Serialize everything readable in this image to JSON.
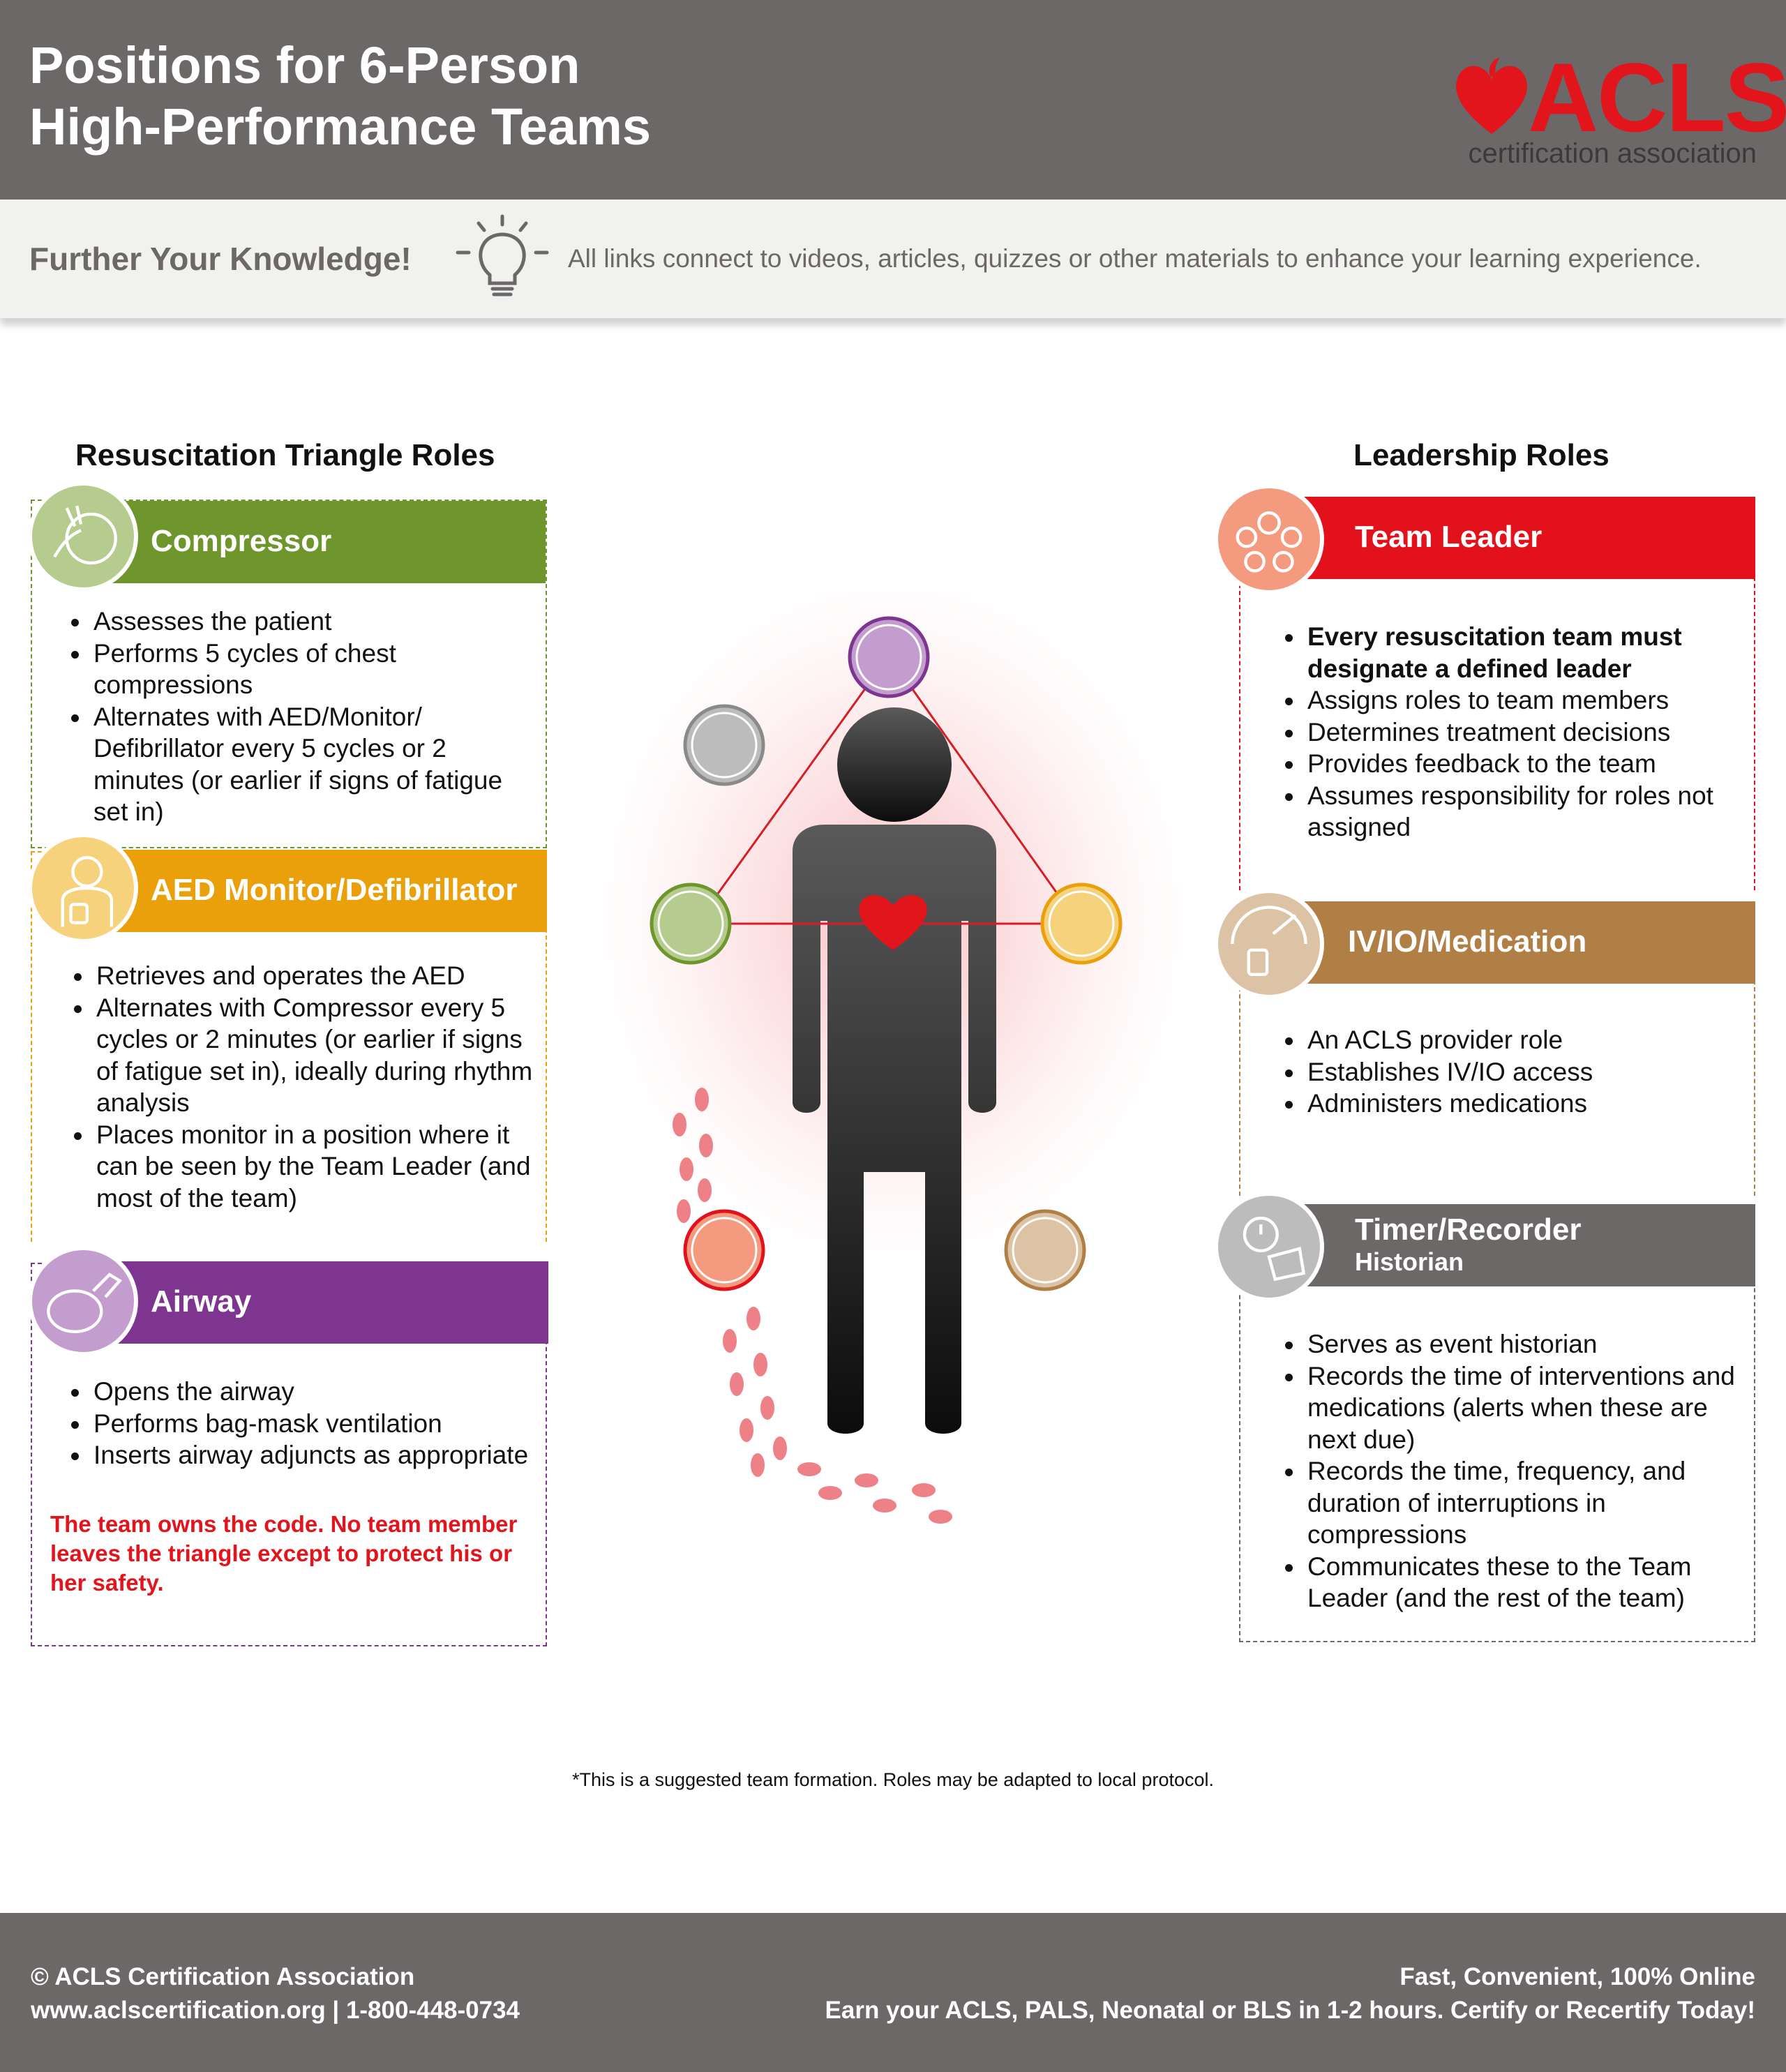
{
  "header": {
    "title_line1": "Positions for 6-Person",
    "title_line2": "High-Performance Teams",
    "logo_text": "ACLS",
    "logo_subtitle": "certification association"
  },
  "knowledge": {
    "title": "Further Your Knowledge!",
    "icon": "lightbulb-icon",
    "text": "All links connect to videos, articles, quizzes or other materials to enhance your learning experience."
  },
  "left_section": {
    "title": "Resuscitation Triangle Roles",
    "roles": [
      {
        "title": "Compressor",
        "color": "#6e962d",
        "icon": "compressor-icon",
        "bullets": [
          "Assesses the patient",
          "Performs 5 cycles of chest compressions",
          "Alternates with AED/Monitor/ Defibrillator every 5 cycles or 2 minutes (or earlier if signs of fatigue set in)"
        ]
      },
      {
        "title": "AED Monitor/Defibrillator",
        "color": "#e9a00b",
        "icon": "aed-icon",
        "bullets": [
          "Retrieves and operates the AED",
          "Alternates with Compressor every 5 cycles or 2 minutes (or earlier if signs of fatigue set in), ideally during rhythm analysis",
          "Places monitor in a position where it can be seen by the Team Leader (and most of the team)"
        ]
      },
      {
        "title": "Airway",
        "color": "#7e3590",
        "icon": "airway-icon",
        "bullets": [
          "Opens the airway",
          "Performs bag-mask ventilation",
          "Inserts airway adjuncts as appropriate"
        ]
      }
    ],
    "note": "The team owns the code. No team member leaves the triangle except to protect his or her safety."
  },
  "right_section": {
    "title": "Leadership Roles",
    "roles": [
      {
        "title": "Team Leader",
        "color": "#e2111b",
        "icon": "team-leader-icon",
        "bullets_bold": [
          "Every resuscitation team must designate a defined leader"
        ],
        "bullets": [
          "Assigns roles to team members",
          "Determines treatment decisions",
          "Provides feedback to the team",
          "Assumes responsibility for roles not assigned"
        ]
      },
      {
        "title": "IV/IO/Medication",
        "color": "#b07f46",
        "icon": "iv-medication-icon",
        "bullets": [
          "An ACLS provider role",
          "Establishes IV/IO access",
          "Administers medications"
        ]
      },
      {
        "title": "Timer/Recorder",
        "subtitle": "Historian",
        "color": "#6b6867",
        "icon": "timer-icon",
        "bullets": [
          "Serves as event historian",
          "Records the time of interventions and medications (alerts when these are next due)",
          "Records the time, frequency, and duration of interruptions in compressions",
          "Communicates these to the Team Leader (and the rest of the team)"
        ]
      }
    ]
  },
  "footnote": "*This is a suggested team formation. Roles may be adapted to local protocol.",
  "footer": {
    "left_line1": "© ACLS Certification Association",
    "left_line2": "www.aclscertification.org | 1-800-448-0734",
    "right_line1": "Fast, Convenient, 100% Online",
    "right_line2": "Earn your ACLS, PALS, Neonatal or BLS in 1-2 hours. Certify or Recertify Today!"
  }
}
